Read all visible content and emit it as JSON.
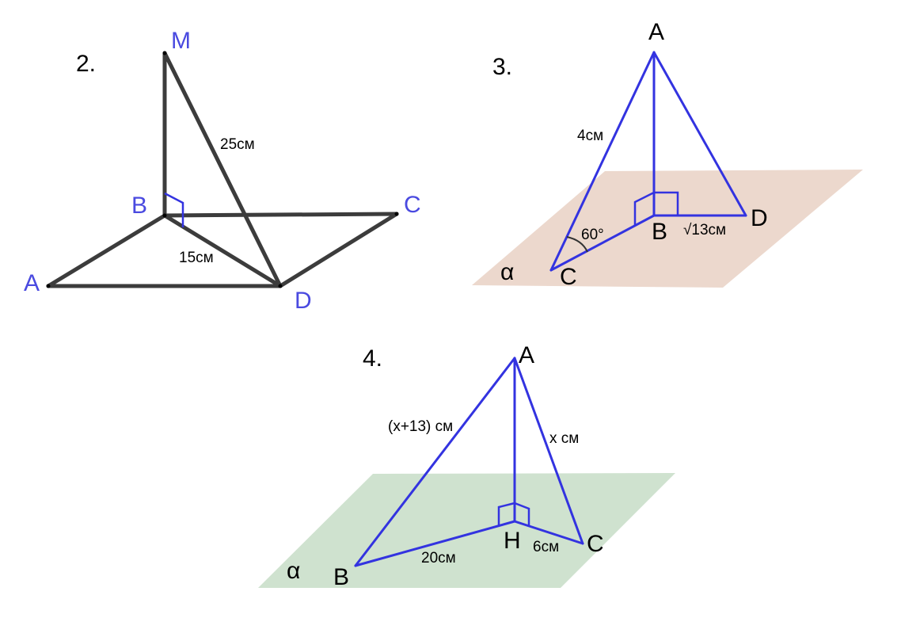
{
  "problem2": {
    "number": "2.",
    "points": {
      "M": "M",
      "B": "B",
      "C": "C",
      "A": "A",
      "D": "D"
    },
    "measures": {
      "md": "25см",
      "bd": "15см"
    },
    "colors": {
      "lines": "#3c3c3c",
      "labels": "#4a4ae0"
    }
  },
  "problem3": {
    "number": "3.",
    "points": {
      "A": "A",
      "B": "B",
      "C": "C",
      "D": "D"
    },
    "plane": "α",
    "measures": {
      "ac": "4см",
      "angle": "60°",
      "bd": "√13см"
    },
    "colors": {
      "plane": "#ecd8cd",
      "lines": "#3333e0"
    }
  },
  "problem4": {
    "number": "4.",
    "points": {
      "A": "A",
      "B": "B",
      "H": "H",
      "C": "C"
    },
    "plane": "α",
    "measures": {
      "ab": "(x+13) см",
      "ac": "x см",
      "bh": "20см",
      "hc": "6см"
    },
    "colors": {
      "plane": "#cfe2cf",
      "lines": "#3333e0"
    }
  }
}
